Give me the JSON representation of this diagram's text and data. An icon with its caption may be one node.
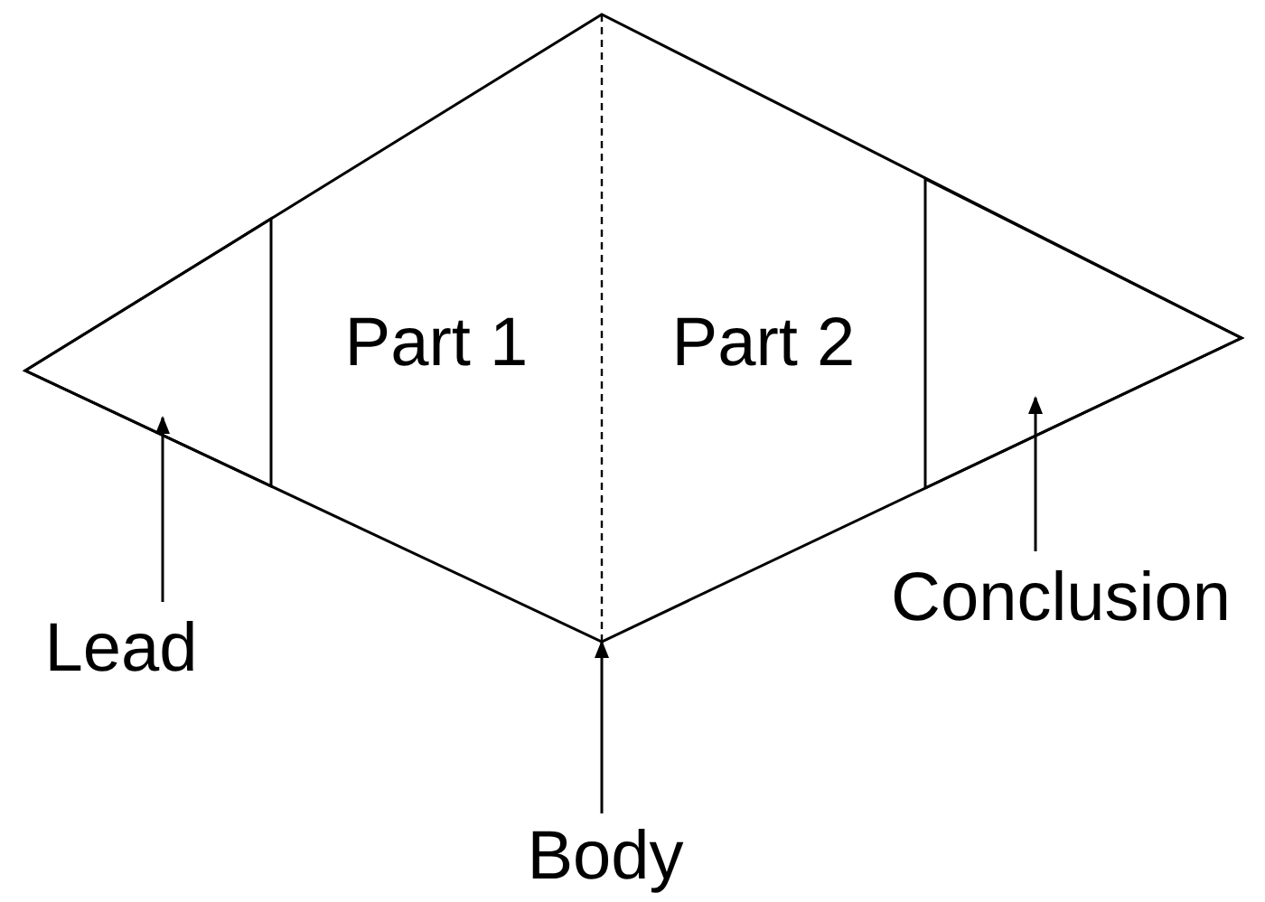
{
  "diagram": {
    "nodes": [
      {
        "text": [],
        "shape": "diamond"
      },
      {
        "text": [],
        "shape": "triangle",
        "in": 0
      },
      {
        "text": [
          "Part 1"
        ],
        "in": 0
      },
      {
        "text": [
          "Part 2"
        ],
        "in": 0
      },
      {
        "text": [],
        "shape": "triangle",
        "in": 0
      },
      {
        "text": [
          "Lead"
        ]
      },
      {
        "text": [
          "Body"
        ]
      },
      {
        "text": [
          "Conclusion"
        ]
      }
    ],
    "edges": [
      {
        "from": 5,
        "to": 1,
        "arrow": "to"
      },
      {
        "from": 6,
        "to": 0,
        "arrow": "to"
      },
      {
        "from": 7,
        "to": 4,
        "arrow": "to"
      }
    ]
  }
}
